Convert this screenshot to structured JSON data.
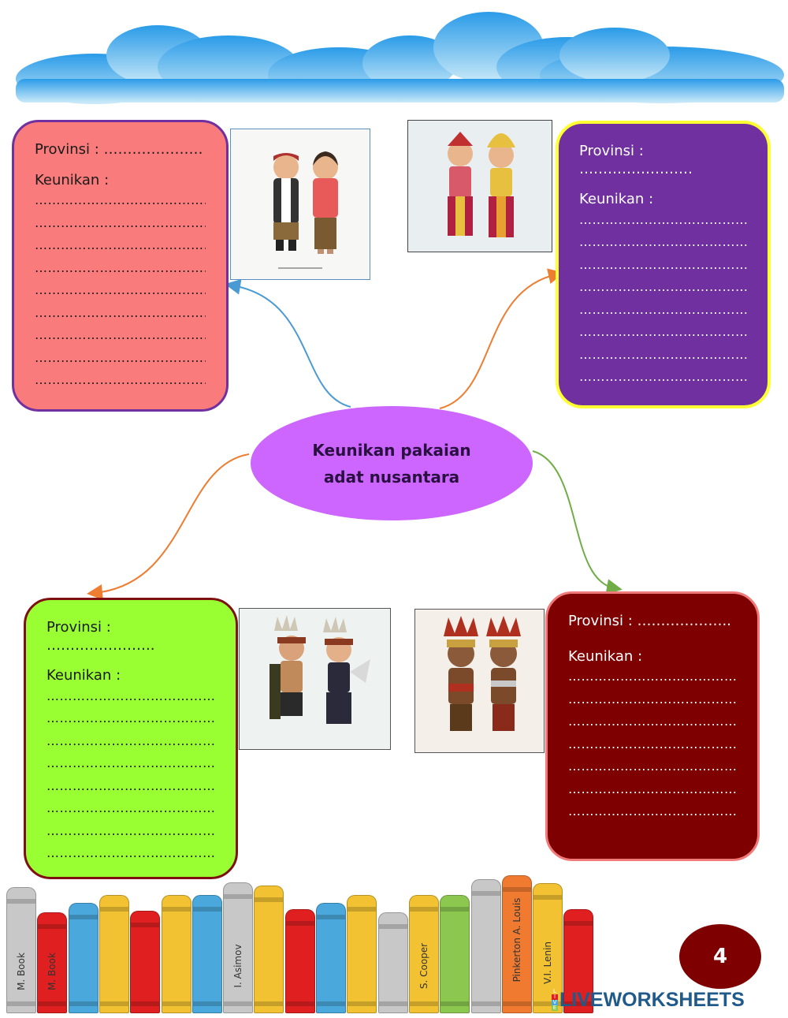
{
  "center": {
    "line1": "Keunikan pakaian",
    "line2": "adat nusantara"
  },
  "cards": [
    {
      "provinsi_label": "Provinsi : …………………",
      "keunikan_label": "Keunikan :",
      "dots": [
        "……………………………………………",
        "……………………………………………",
        "……………………………………………",
        "……………………………………………",
        "……………………………………………",
        "……………………………………………",
        "……………………………………………",
        "……………………………………………",
        "…………………………………………….."
      ]
    },
    {
      "provinsi_label": "Provinsi : ……………………",
      "keunikan_label": "Keunikan :",
      "dots": [
        "……………………………………………..",
        "……………………………………………",
        "……………………………………………",
        "……………………………………………",
        "……………………………………………",
        "……………………………………………",
        "……………………………………………",
        "……………………………………….."
      ]
    },
    {
      "provinsi_label": "Provinsi : …………………..",
      "keunikan_label": "Keunikan :",
      "dots": [
        "……………………………………………",
        "……………………………………………",
        "……………………………………………",
        "……………………………………………",
        "……………………………………………",
        "……………………………………………",
        "……………………………………………",
        "……………………………………………"
      ]
    },
    {
      "provinsi_label": "Provinsi : ………………..",
      "keunikan_label": "Keunikan :",
      "dots": [
        "………………………………………………",
        "………………………………………………..",
        "………………………………………………",
        "………………………………………………..",
        "…………………………………………………",
        "…………………………………………………",
        "……………………………………………."
      ]
    }
  ],
  "books": [
    {
      "label": "M. Book",
      "color": "#c8c8c8"
    },
    {
      "label": "M. Book",
      "color": "#e02020"
    },
    {
      "label": "",
      "color": "#4aa8dc"
    },
    {
      "label": "",
      "color": "#f2c232"
    },
    {
      "label": "",
      "color": "#e02020"
    },
    {
      "label": "",
      "color": "#f2c232"
    },
    {
      "label": "",
      "color": "#4aa8dc"
    },
    {
      "label": "I. Asimov",
      "color": "#c8c8c8"
    },
    {
      "label": "",
      "color": "#f2c232"
    },
    {
      "label": "",
      "color": "#e02020"
    },
    {
      "label": "",
      "color": "#4aa8dc"
    },
    {
      "label": "",
      "color": "#f2c232"
    },
    {
      "label": "",
      "color": "#c8c8c8"
    },
    {
      "label": "S. Cooper",
      "color": "#f2c232"
    },
    {
      "label": "",
      "color": "#8cc850"
    },
    {
      "label": "",
      "color": "#c8c8c8"
    },
    {
      "label": "Pinkerton A. Louis",
      "color": "#f07a30"
    },
    {
      "label": "V.I. Lenin",
      "color": "#f2c232"
    },
    {
      "label": "",
      "color": "#e02020"
    }
  ],
  "page_number": "4",
  "brand": {
    "letters": [
      "L",
      "I",
      "V",
      "E"
    ],
    "rest": "LIVEWORKSHEETS"
  },
  "colors": {
    "card1": "#f97b7b",
    "card2": "#7030a0",
    "card3": "#99ff33",
    "card4": "#7f0000",
    "center": "#cc66ff",
    "badge": "#7f0000"
  }
}
